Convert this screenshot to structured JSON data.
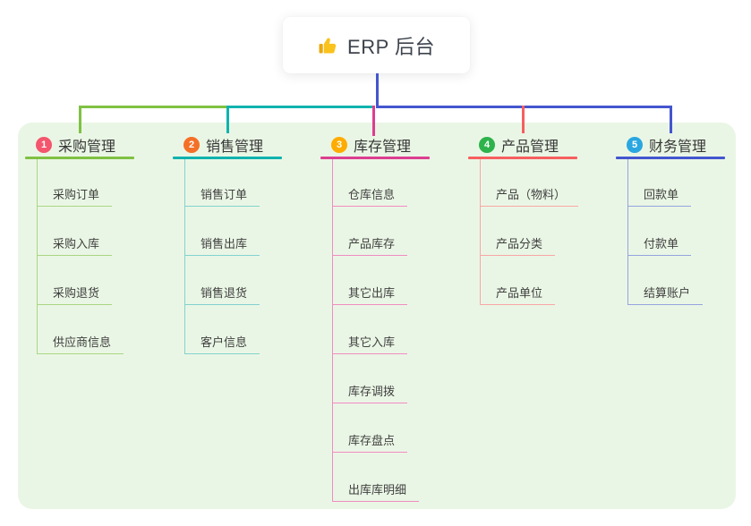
{
  "root": {
    "icon": "thumbs-up-icon",
    "title": "ERP 后台"
  },
  "colors": {
    "panel_bg": "#eaf6e5",
    "page_bg": "#ffffff",
    "root_line": "#4356cf"
  },
  "branches": [
    {
      "num": "1",
      "label": "采购管理",
      "color": "#7fc142",
      "light": "#a9d683",
      "badge": "#f4566d",
      "children": [
        "采购订单",
        "采购入库",
        "采购退货",
        "供应商信息"
      ]
    },
    {
      "num": "2",
      "label": "销售管理",
      "color": "#10b3ae",
      "light": "#82d2cf",
      "badge": "#f47026",
      "children": [
        "销售订单",
        "销售出库",
        "销售退货",
        "客户信息"
      ]
    },
    {
      "num": "3",
      "label": "库存管理",
      "color": "#dc3e90",
      "light": "#f08cc1",
      "badge": "#feac00",
      "children": [
        "仓库信息",
        "产品库存",
        "其它出库",
        "其它入库",
        "库存调拨",
        "库存盘点",
        "出库库明细"
      ]
    },
    {
      "num": "4",
      "label": "产品管理",
      "color": "#f65f5f",
      "light": "#f8a7a7",
      "badge": "#2eb24c",
      "children": [
        "产品（物料）",
        "产品分类",
        "产品单位"
      ]
    },
    {
      "num": "5",
      "label": "财务管理",
      "color": "#4356cf",
      "light": "#94a4de",
      "badge": "#2aa7e0",
      "children": [
        "回款单",
        "付款单",
        "结算账户"
      ]
    }
  ]
}
